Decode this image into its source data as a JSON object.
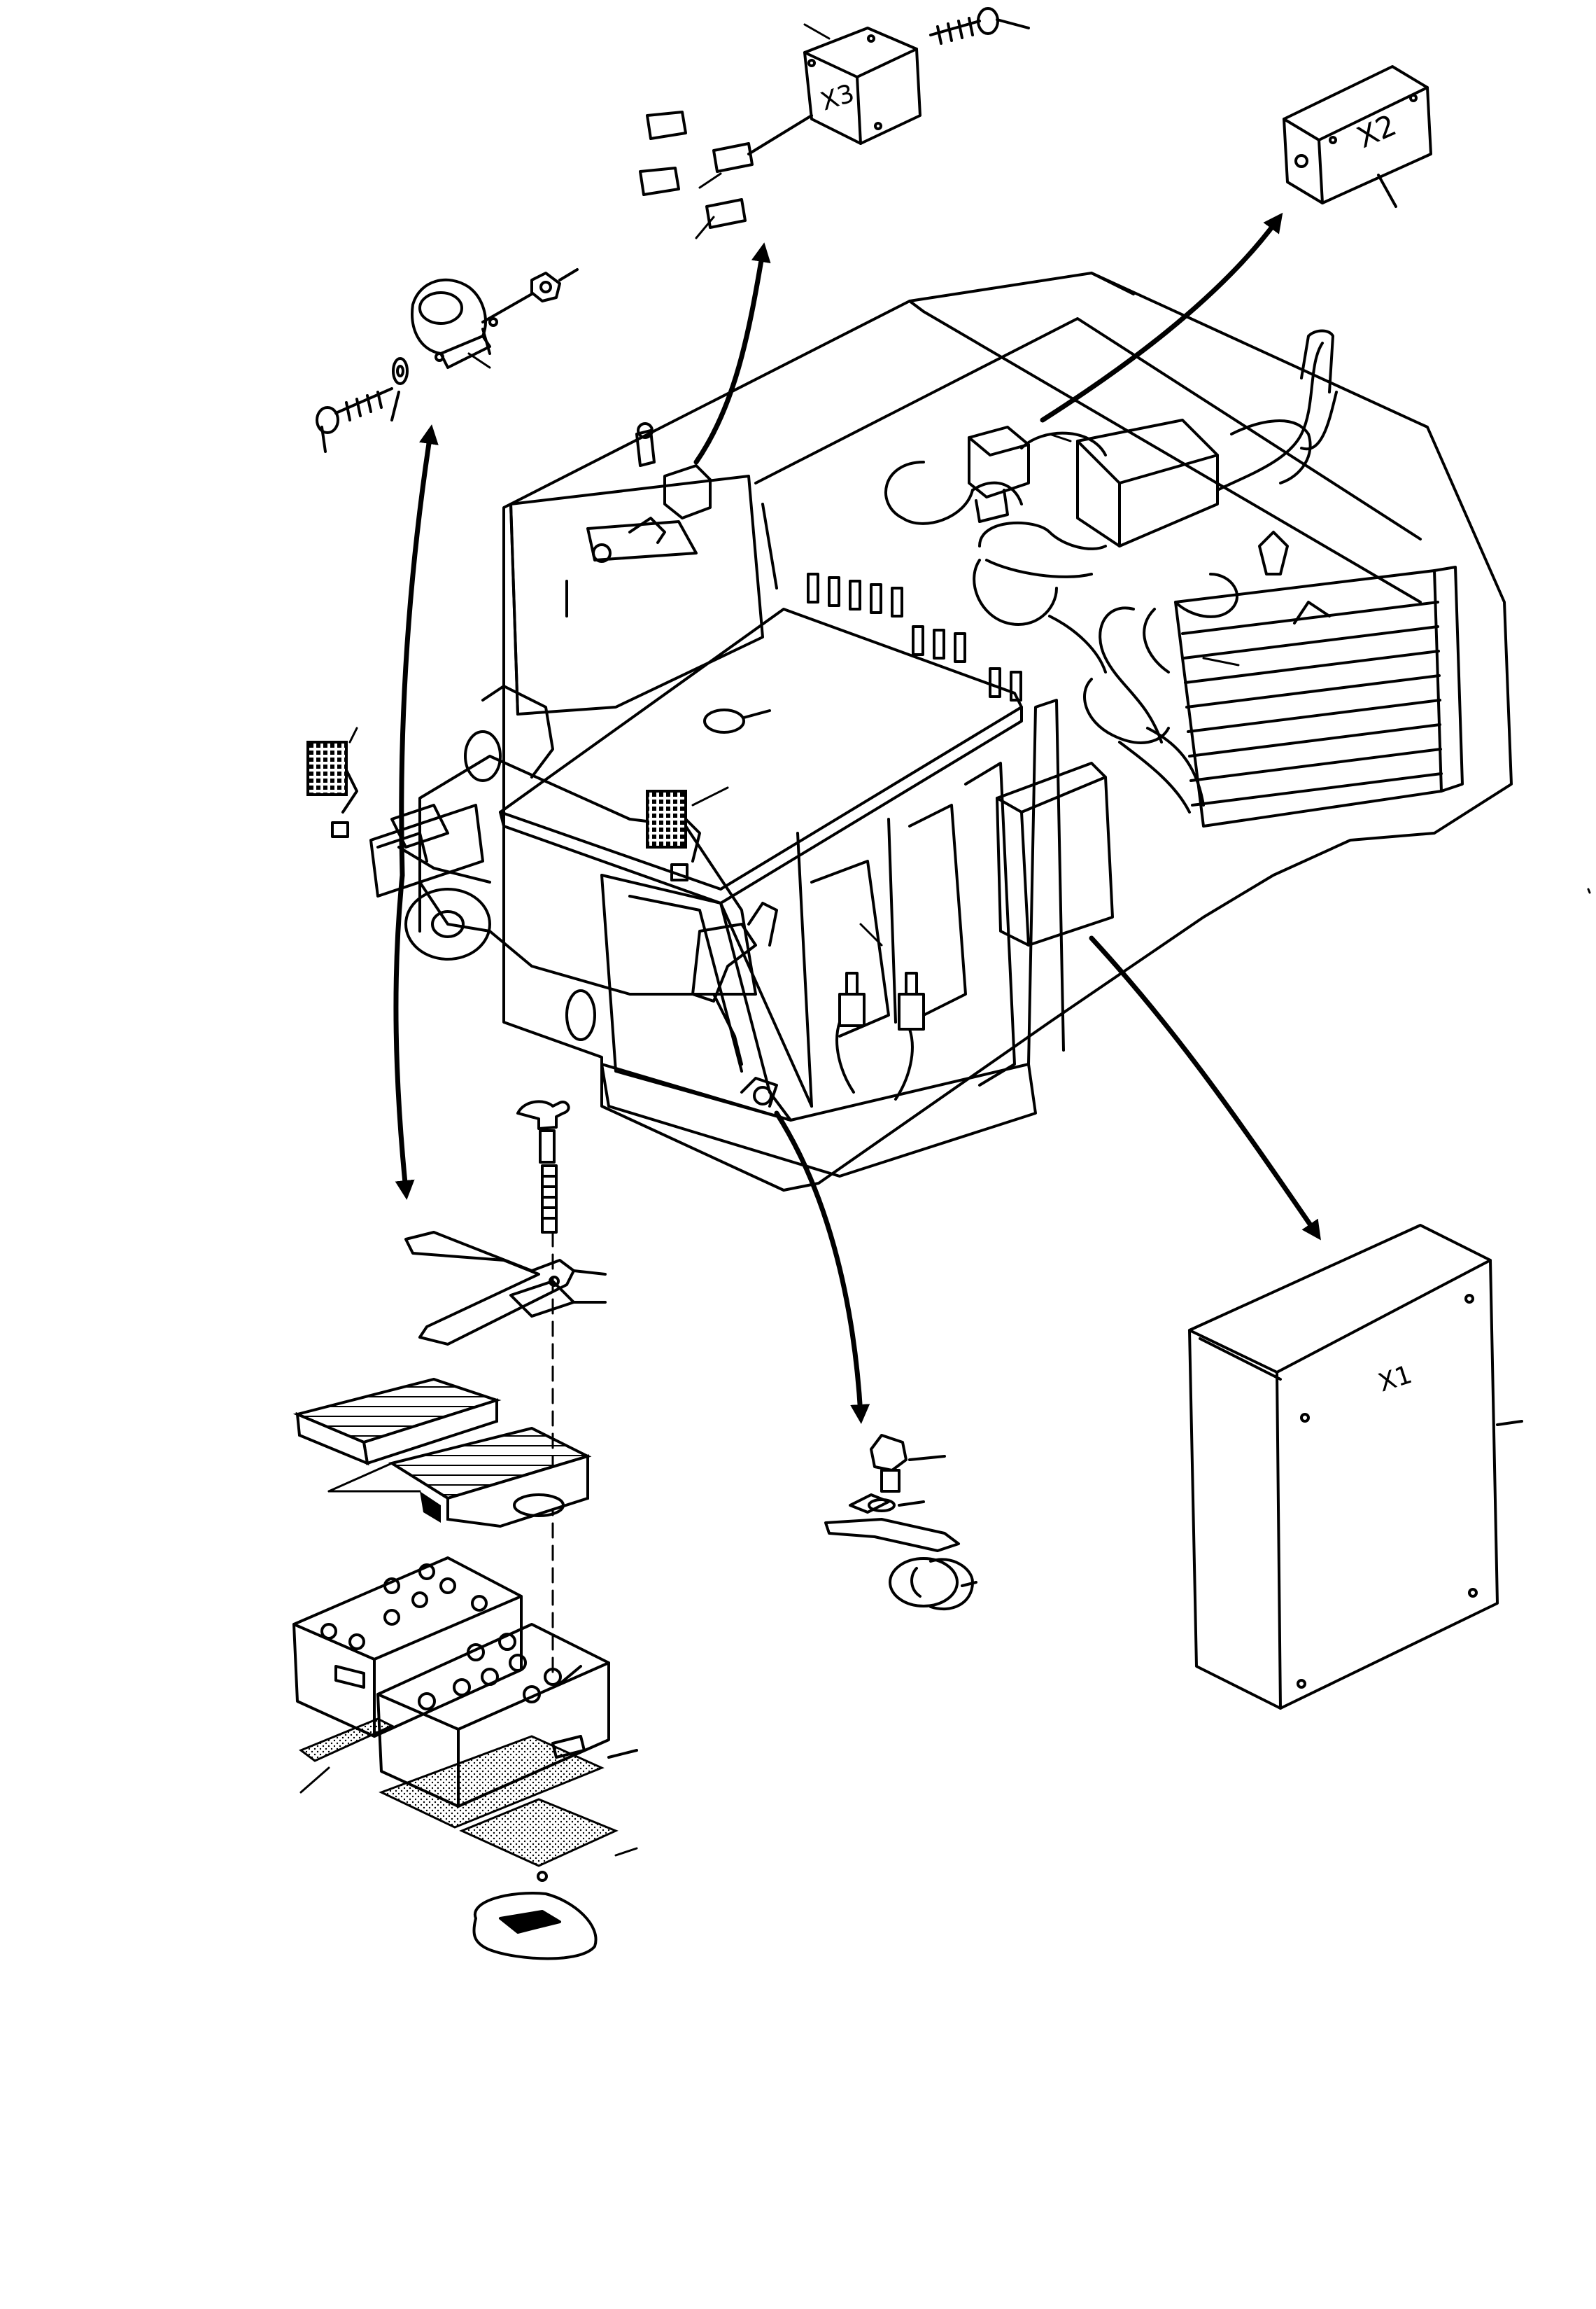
{
  "diagram": {
    "labels": {
      "x1": "X1",
      "x2": "X2",
      "x3": "X3"
    }
  }
}
